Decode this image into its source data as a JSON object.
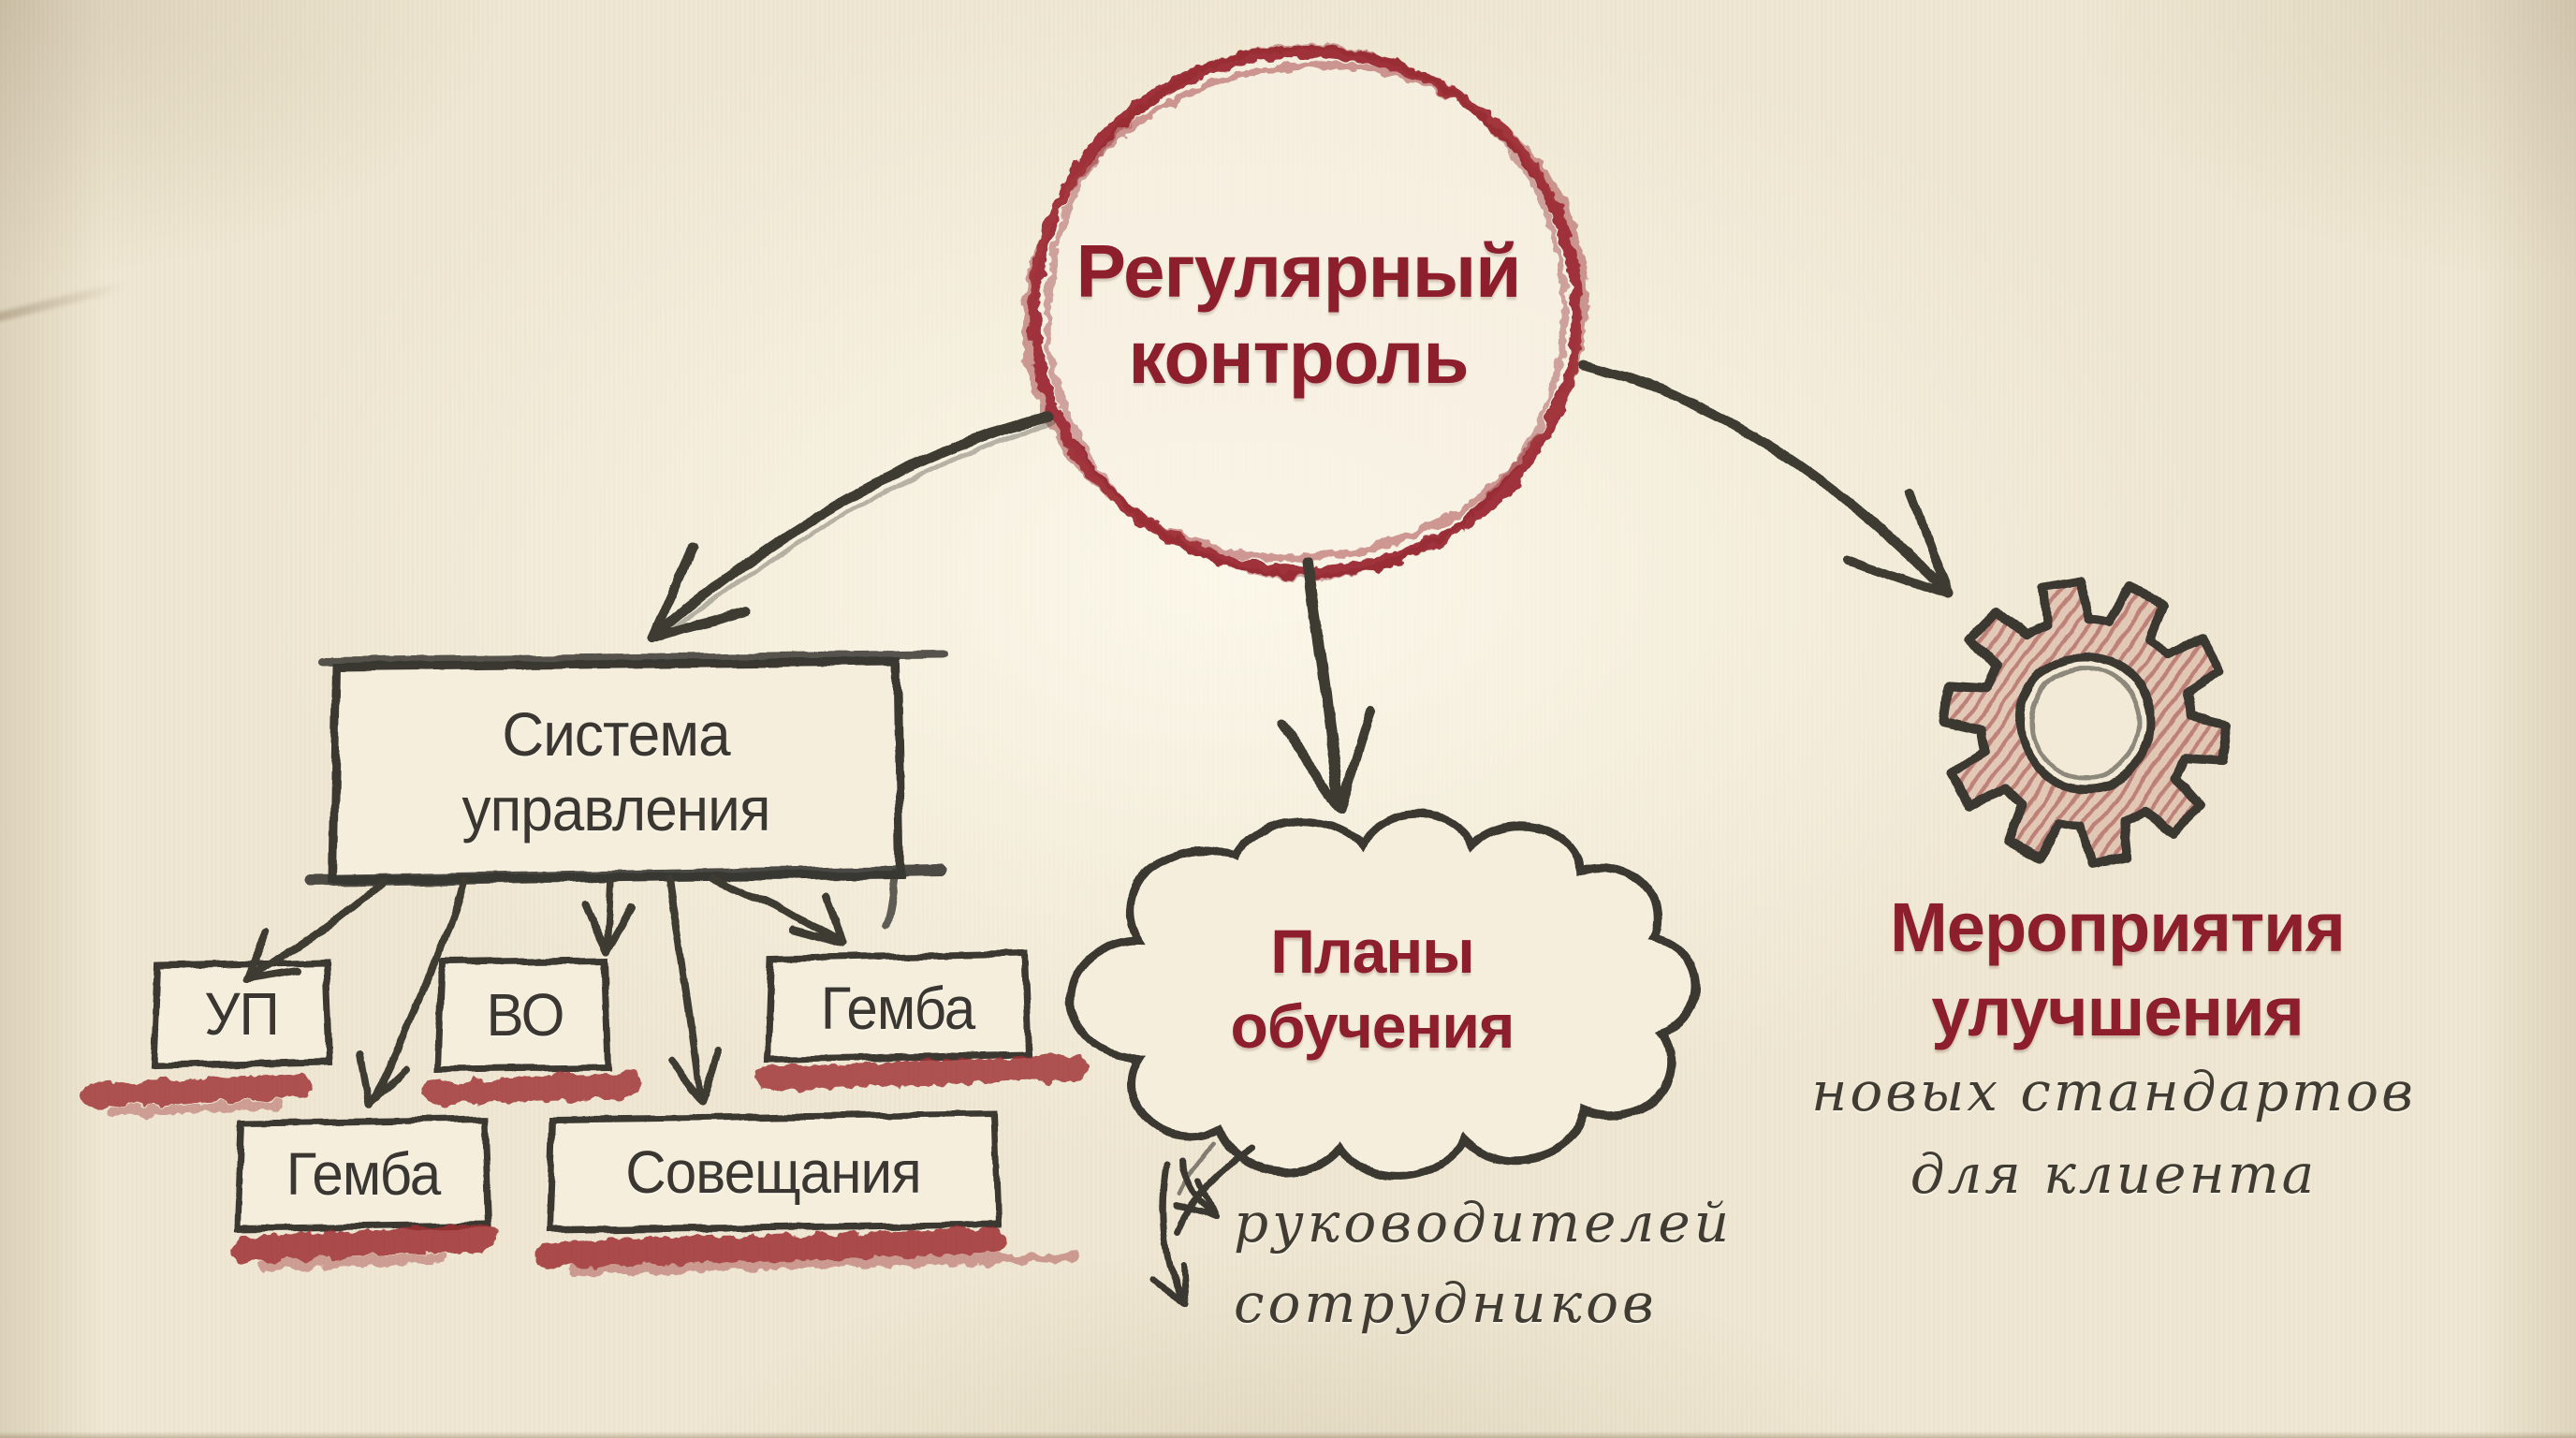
{
  "title": "Регулярный контроль — схема",
  "colors": {
    "accent_red": "#8d1f2d",
    "crayon_red": "#9d2f36",
    "sketch_ink": "#3e3a33",
    "paper": "#efe7d2"
  },
  "icons": {
    "improvement": "gear-icon",
    "plans_shape": "cloud-icon",
    "root_shape": "circle-sketch-icon"
  },
  "nodes": {
    "root": {
      "line1": "Регулярный",
      "line2": "контроль"
    },
    "system": {
      "line1": "Система",
      "line2": "управления",
      "children_row1": [
        {
          "label": "УП"
        },
        {
          "label": "ВО"
        },
        {
          "label": "Гемба"
        }
      ],
      "children_row2": [
        {
          "label": "Гемба"
        },
        {
          "label": "Совещания"
        }
      ]
    },
    "plans": {
      "line1": "Планы",
      "line2": "обучения",
      "note1": "руководителей",
      "note2": "сотрудников"
    },
    "improve": {
      "line1": "Мероприятия",
      "line2": "улучшения",
      "sub1": "новых стандартов",
      "sub2": "для клиента"
    }
  }
}
